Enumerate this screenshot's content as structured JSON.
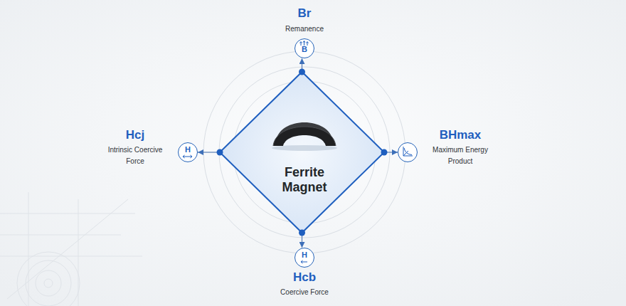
{
  "diagram": {
    "nodes": [
      {
        "text": [
          "Br",
          "Remanence",
          "B"
        ]
      },
      {
        "text": [
          "Hcj",
          "Intrinsic Coercive Force",
          "H"
        ]
      },
      {
        "text": [
          "Ferrite Magnet"
        ]
      },
      {
        "text": [
          "BHmax",
          "Maximum Energy Product"
        ]
      },
      {
        "text": [
          "H",
          "Hcb",
          "Coercive Force"
        ]
      }
    ],
    "edges": [
      {
        "from": 2,
        "to": 0,
        "arrow": "to"
      },
      {
        "from": 2,
        "to": 1,
        "arrow": "to"
      },
      {
        "from": 2,
        "to": 3,
        "arrow": "to"
      },
      {
        "from": 2,
        "to": 4,
        "arrow": "to"
      }
    ]
  }
}
